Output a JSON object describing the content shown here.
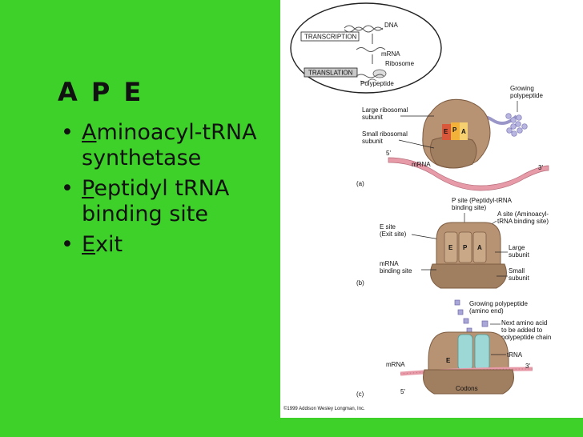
{
  "slide": {
    "title": "A P E",
    "bullets": [
      {
        "key": "A",
        "rest": "minoacyl-tRNA synthetase"
      },
      {
        "key": "P",
        "rest": "eptidyl tRNA binding site"
      },
      {
        "key": "E",
        "rest": "xit"
      }
    ],
    "bullet_glyph": "•"
  },
  "figure": {
    "inset": {
      "transcription": "TRANSCRIPTION",
      "translation": "TRANSLATION",
      "dna": "DNA",
      "mrna": "mRNA",
      "ribosome": "Ribosome",
      "polypeptide": "Polypeptide"
    },
    "panel_a": {
      "growing": "Growing",
      "polypeptide": "polypeptide",
      "large1": "Large ribosomal",
      "large2": "subunit",
      "small1": "Small ribosomal",
      "small2": "subunit",
      "five": "5'",
      "three": "3'",
      "mrna": "mRNA",
      "e": "E",
      "p": "P",
      "a": "A",
      "tag": "(a)"
    },
    "panel_b": {
      "psite1": "P site (Peptidyl-tRNA",
      "psite2": "binding site)",
      "asite1": "A site (Aminoacyl-",
      "asite2": "tRNA binding site)",
      "esite1": "E site",
      "esite2": "(Exit site)",
      "large1": "Large",
      "large2": "subunit",
      "mrna1": "mRNA",
      "mrna2": "binding site",
      "small1": "Small",
      "small2": "subunit",
      "e": "E",
      "p": "P",
      "a": "A",
      "tag": "(b)"
    },
    "panel_c": {
      "growing1": "Growing polypeptide",
      "growing2": "(amino end)",
      "next1": "Next amino acid",
      "next2": "to be added to",
      "next3": "polypeptide chain",
      "trna": "tRNA",
      "mrna": "mRNA",
      "e": "E",
      "three": "3'",
      "five": "5'",
      "codons": "Codons",
      "tag": "(c)"
    },
    "copyright": "©1999 Addison Wesley Longman, Inc."
  },
  "colors": {
    "background": "#3ed12a",
    "ribosome": "#b89373",
    "ribosome_dark": "#8a6a4e",
    "mrna": "#e79aa8",
    "trna": "#9ed8d6",
    "site_e": "#d9573b",
    "site_p": "#f2b23a",
    "polypeptide": "#a9a6d8"
  }
}
